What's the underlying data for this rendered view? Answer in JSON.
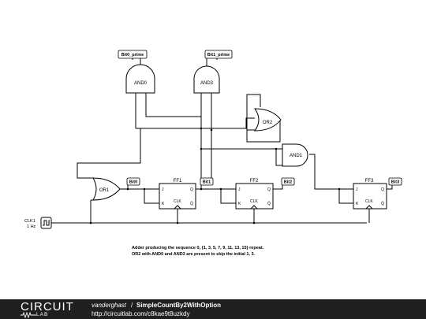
{
  "gates": {
    "and0": "AND0",
    "and3": "AND3",
    "or2": "OR2",
    "and1": "AND1",
    "or1": "OR1"
  },
  "flipflops": {
    "ff1": "FF1",
    "ff2": "FF2",
    "ff3": "FF3",
    "pin_j": "J",
    "pin_k": "K",
    "pin_q": "Q",
    "pin_qbar": "Q̄",
    "pin_clk": "CLK"
  },
  "probes": {
    "bit0_prime": "Bit0_prime",
    "bit1_prime": "Bit1_prime",
    "bit0": "Bit0",
    "bit1": "Bit1",
    "bit2": "Bit2",
    "bit3": "Bit3"
  },
  "clock": {
    "name": "CLK1",
    "freq": "1 Hz"
  },
  "notes": {
    "line1": "Adder producing the sequence 0, {1, 3, 5, 7, 9, 11, 13, 15} repeat.",
    "line2": "OR2 with AND0 and AND3 are present to skip the initial 1, 3."
  },
  "footer": {
    "logo_top": "CIRCUIT",
    "logo_bottom": "LAB",
    "author": "vanderghast",
    "separator": "/",
    "title": "SimpleCountBy2WithOption",
    "url": "http://circuitlab.com/c8kae9t8uzkdy"
  }
}
